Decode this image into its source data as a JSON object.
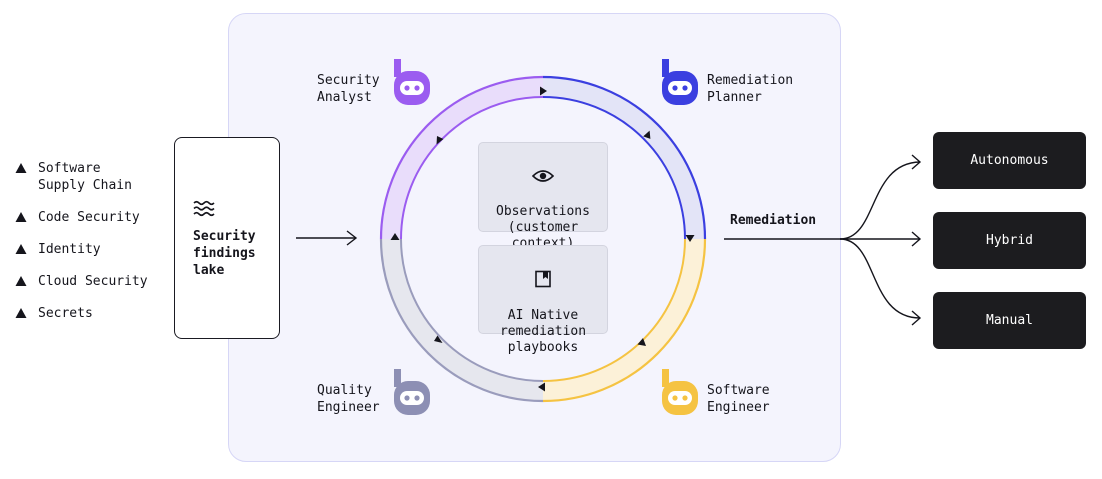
{
  "sources": [
    {
      "label": "Software\nSupply Chain",
      "icon": "warning-triangle-icon"
    },
    {
      "label": "Code Security",
      "icon": "warning-triangle-icon"
    },
    {
      "label": "Identity",
      "icon": "warning-triangle-icon"
    },
    {
      "label": "Cloud Security",
      "icon": "warning-triangle-icon"
    },
    {
      "label": "Secrets",
      "icon": "warning-triangle-icon"
    }
  ],
  "lake": {
    "icon": "waves-icon",
    "label": "Security\nfindings\nlake"
  },
  "center": {
    "observations": {
      "icon": "eye-icon",
      "label": "Observations\n(customer\ncontext)"
    },
    "playbooks": {
      "icon": "bookmark-icon",
      "label": "AI Native\nremediation\nplaybooks"
    }
  },
  "agents": {
    "security_analyst": {
      "label": "Security\nAnalyst",
      "color": "#9b5cf0"
    },
    "remediation_planner": {
      "label": "Remediation\nPlanner",
      "color": "#3b3fe0"
    },
    "quality_engineer": {
      "label": "Quality\nEngineer",
      "color": "#8d8fb4"
    },
    "software_engineer": {
      "label": "Software\nEngineer",
      "color": "#f5c342"
    }
  },
  "remediation": {
    "label": "Remediation"
  },
  "outcomes": [
    {
      "label": "Autonomous"
    },
    {
      "label": "Hybrid"
    },
    {
      "label": "Manual"
    }
  ]
}
